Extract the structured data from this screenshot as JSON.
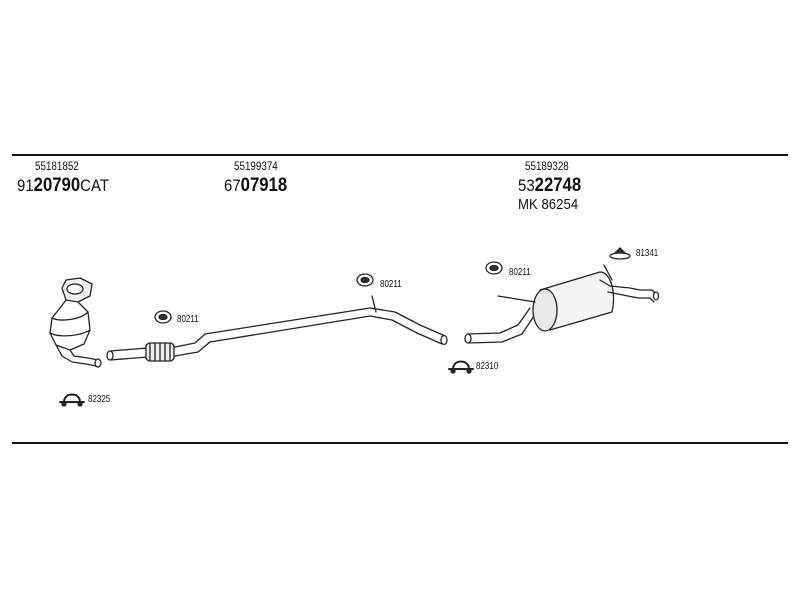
{
  "parts": [
    {
      "ref": "55181852",
      "prefix": "91",
      "number": "20790",
      "suffix": "CAT"
    },
    {
      "ref": "55199374",
      "prefix": "67",
      "number": "07918",
      "suffix": ""
    },
    {
      "ref": "55189328",
      "prefix": "53",
      "number": "22748",
      "suffix": "",
      "extra": "MK  86254"
    }
  ],
  "clips": {
    "clamp_front": "82325",
    "hanger_mid_front": "80211",
    "hanger_mid": "80211",
    "hanger_rear": "80211",
    "clamp_rear": "82310",
    "hanger_tail": "81341"
  }
}
